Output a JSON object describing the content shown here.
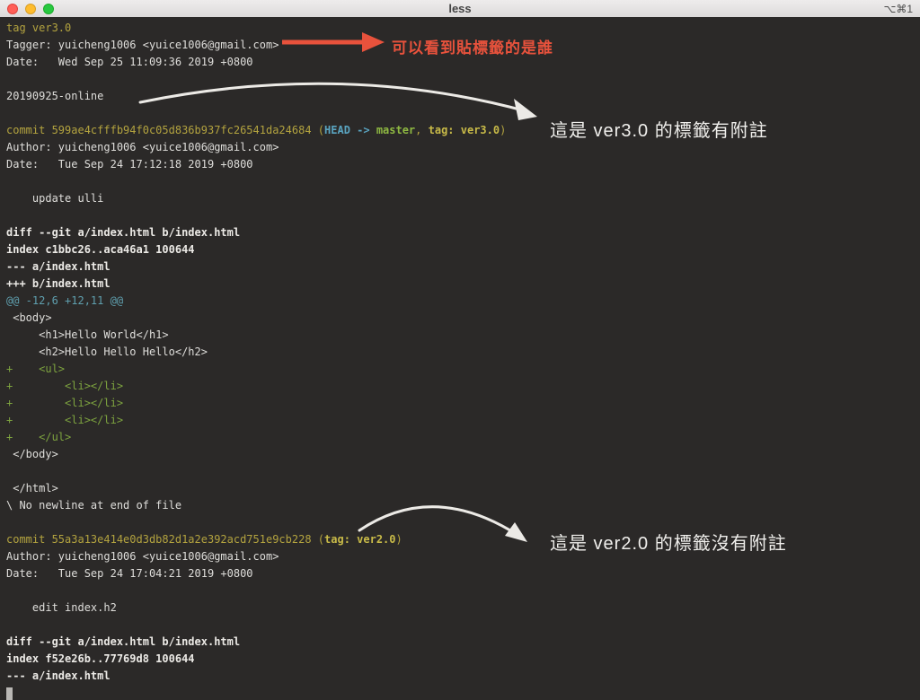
{
  "window": {
    "title": "less",
    "shortcut": "⌥⌘1"
  },
  "colors": {
    "terminal_bg": "#2b2928",
    "annotation_red": "#e8523c",
    "annotation_white": "#f0efec",
    "git_yellow": "#b3a33f",
    "diff_green": "#7da33f",
    "hunk_cyan": "#5f9fae"
  },
  "annotations": {
    "red_note": "可以看到貼標籤的是誰",
    "note_ver3": "這是 ver3.0 的標籤有附註",
    "note_ver2": "這是 ver2.0 的標籤沒有附註"
  },
  "terminal": {
    "lines": [
      {
        "segments": [
          {
            "t": "tag ver3.0",
            "c": "yellow"
          }
        ]
      },
      {
        "segments": [
          {
            "t": "Tagger: yuicheng1006 <yuice1006@gmail.com>"
          }
        ]
      },
      {
        "segments": [
          {
            "t": "Date:   Wed Sep 25 11:09:36 2019 +0800"
          }
        ]
      },
      {
        "segments": []
      },
      {
        "segments": [
          {
            "t": "20190925-online"
          }
        ]
      },
      {
        "segments": []
      },
      {
        "segments": [
          {
            "t": "commit 599ae4cfffb94f0c05d836b937fc26541da24684 (",
            "c": "yellow"
          },
          {
            "t": "HEAD -> ",
            "c": "cyanb"
          },
          {
            "t": "master",
            "c": "greenb"
          },
          {
            "t": ", ",
            "c": "yellow"
          },
          {
            "t": "tag: ver3.0",
            "c": "yellowb"
          },
          {
            "t": ")",
            "c": "yellow"
          }
        ]
      },
      {
        "segments": [
          {
            "t": "Author: yuicheng1006 <yuice1006@gmail.com>"
          }
        ]
      },
      {
        "segments": [
          {
            "t": "Date:   Tue Sep 24 17:12:18 2019 +0800"
          }
        ]
      },
      {
        "segments": []
      },
      {
        "segments": [
          {
            "t": "    update ulli"
          }
        ]
      },
      {
        "segments": []
      },
      {
        "segments": [
          {
            "t": "diff --git a/index.html b/index.html",
            "c": "bold"
          }
        ]
      },
      {
        "segments": [
          {
            "t": "index c1bbc26..aca46a1 100644",
            "c": "bold"
          }
        ]
      },
      {
        "segments": [
          {
            "t": "--- a/index.html",
            "c": "bold"
          }
        ]
      },
      {
        "segments": [
          {
            "t": "+++ b/index.html",
            "c": "bold"
          }
        ]
      },
      {
        "segments": [
          {
            "t": "@@ -12,6 +12,11 @@",
            "c": "cyan"
          }
        ]
      },
      {
        "segments": [
          {
            "t": " <body>"
          }
        ]
      },
      {
        "segments": [
          {
            "t": "     <h1>Hello World</h1>"
          }
        ]
      },
      {
        "segments": [
          {
            "t": "     <h2>Hello Hello Hello</h2>"
          }
        ]
      },
      {
        "segments": [
          {
            "t": "+    <ul>",
            "c": "green"
          }
        ]
      },
      {
        "segments": [
          {
            "t": "+        <li></li>",
            "c": "green"
          }
        ]
      },
      {
        "segments": [
          {
            "t": "+        <li></li>",
            "c": "green"
          }
        ]
      },
      {
        "segments": [
          {
            "t": "+        <li></li>",
            "c": "green"
          }
        ]
      },
      {
        "segments": [
          {
            "t": "+    </ul>",
            "c": "green"
          }
        ]
      },
      {
        "segments": [
          {
            "t": " </body>"
          }
        ]
      },
      {
        "segments": []
      },
      {
        "segments": [
          {
            "t": " </html>"
          }
        ]
      },
      {
        "segments": [
          {
            "t": "\\ No newline at end of file"
          }
        ]
      },
      {
        "segments": []
      },
      {
        "segments": [
          {
            "t": "commit 55a3a13e414e0d3db82d1a2e392acd751e9cb228 (",
            "c": "yellow"
          },
          {
            "t": "tag: ver2.0",
            "c": "yellowb"
          },
          {
            "t": ")",
            "c": "yellow"
          }
        ]
      },
      {
        "segments": [
          {
            "t": "Author: yuicheng1006 <yuice1006@gmail.com>"
          }
        ]
      },
      {
        "segments": [
          {
            "t": "Date:   Tue Sep 24 17:04:21 2019 +0800"
          }
        ]
      },
      {
        "segments": []
      },
      {
        "segments": [
          {
            "t": "    edit index.h2"
          }
        ]
      },
      {
        "segments": []
      },
      {
        "segments": [
          {
            "t": "diff --git a/index.html b/index.html",
            "c": "bold"
          }
        ]
      },
      {
        "segments": [
          {
            "t": "index f52e26b..77769d8 100644",
            "c": "bold"
          }
        ]
      },
      {
        "segments": [
          {
            "t": "--- a/index.html",
            "c": "bold"
          }
        ]
      },
      {
        "cursor": true,
        "segments": []
      }
    ]
  }
}
